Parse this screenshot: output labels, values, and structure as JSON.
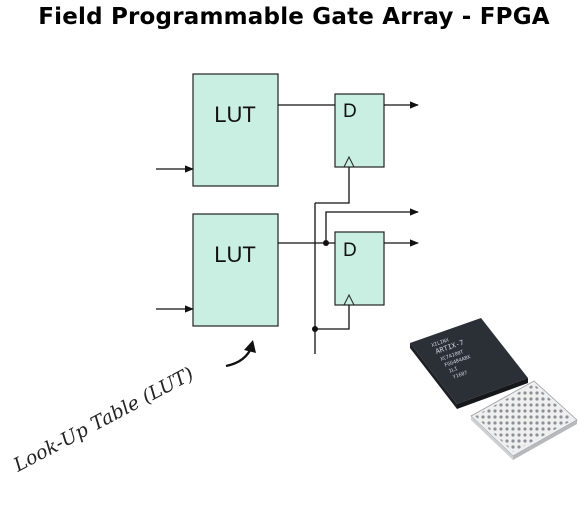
{
  "title": "Field Programmable Gate Array - FPGA",
  "lut_blocks": [
    {
      "label": "LUT"
    },
    {
      "label": "LUT"
    }
  ],
  "flip_flops": [
    {
      "label": "D"
    },
    {
      "label": "D"
    }
  ],
  "annotation": "Look-Up Table (LUT)",
  "chip_markings": [
    "XILINX",
    "ARTIX-7",
    "XC7A100T",
    "FGG484ABX",
    "1LI",
    "Y1607"
  ],
  "colors": {
    "block_fill": "#c8efe1",
    "line": "#111111",
    "chip": "#2b2f36",
    "balls": "#8a8d92"
  }
}
